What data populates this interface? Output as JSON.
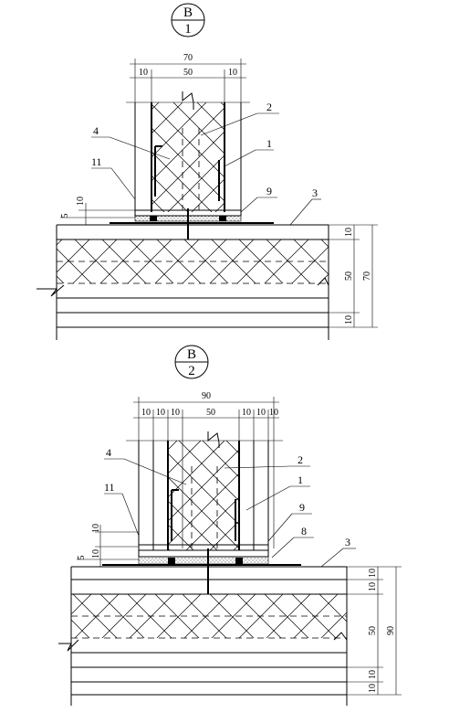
{
  "details": [
    {
      "id": "B1",
      "title_top": "B",
      "title_bottom": "1",
      "top_dims": {
        "overall": "70",
        "left": "10",
        "middle": "50",
        "right": "10"
      },
      "left_dims": [
        "10",
        "5"
      ],
      "right_dims": [
        "10",
        "50",
        "10"
      ],
      "right_total": "70",
      "labels": [
        "4",
        "11",
        "2",
        "1",
        "9",
        "3"
      ]
    },
    {
      "id": "B2",
      "title_top": "B",
      "title_bottom": "2",
      "top_dims": {
        "overall": "90",
        "segments": [
          "10",
          "10",
          "10",
          "50",
          "10",
          "10",
          "10"
        ]
      },
      "left_dims": [
        "10",
        "10",
        "5"
      ],
      "right_dims": [
        "10",
        "10",
        "50",
        "10",
        "10"
      ],
      "right_total": "90",
      "labels": [
        "4",
        "11",
        "2",
        "1",
        "9",
        "8",
        "3"
      ]
    }
  ]
}
